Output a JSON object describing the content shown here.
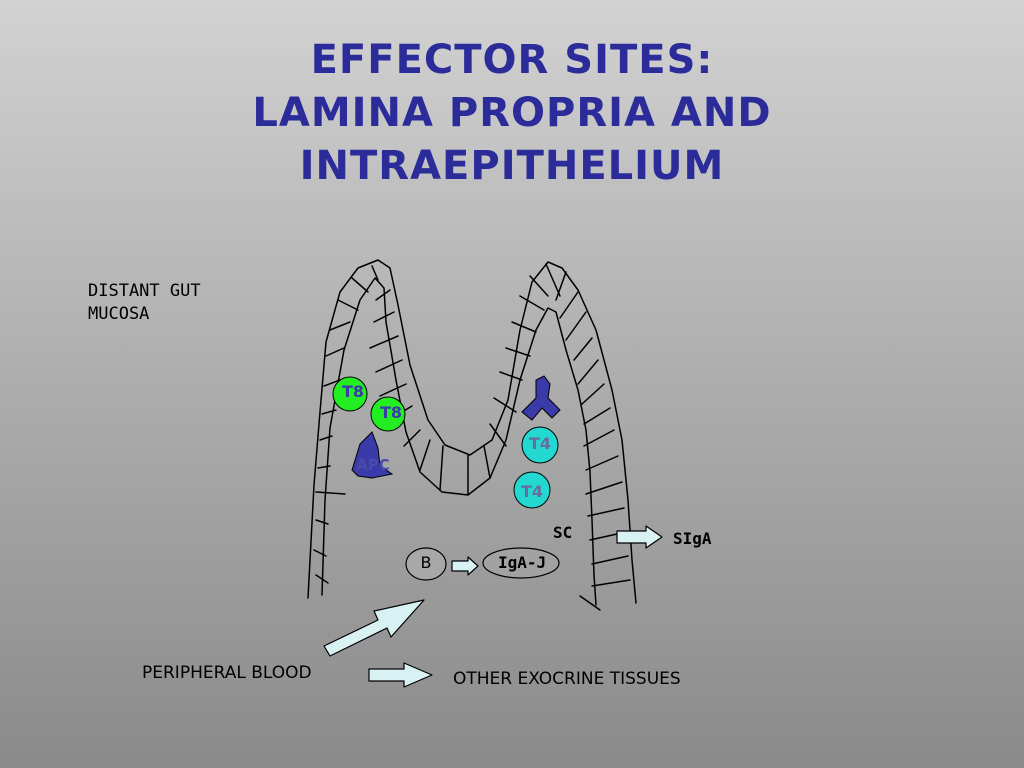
{
  "title": {
    "line1": "EFFECTOR SITES:",
    "line2": "LAMINA PROPRIA AND",
    "line3": "INTRAEPITHELIUM"
  },
  "labels": {
    "distant_gut_line1": "DISTANT GUT",
    "distant_gut_line2": "MUCOSA",
    "peripheral_blood": "PERIPHERAL BLOOD",
    "other_exocrine": "OTHER EXOCRINE TISSUES",
    "siga": "SIgA",
    "sc": "SC"
  },
  "cells": {
    "t8_upper": "T8",
    "t8_lower": "T8",
    "apc": "APC",
    "t4_upper": "T4",
    "t4_lower": "T4",
    "b": "B",
    "iga_j": "IgA-J"
  },
  "colors": {
    "title": "#2b2b9a",
    "t8_cell": "#22ee22",
    "t4_cell": "#22d8d0",
    "apc": "#3a3aa8",
    "arrow_fill": "#d8f2f4"
  },
  "icons": [
    "villus-outline",
    "apc-shape",
    "block-arrow"
  ]
}
